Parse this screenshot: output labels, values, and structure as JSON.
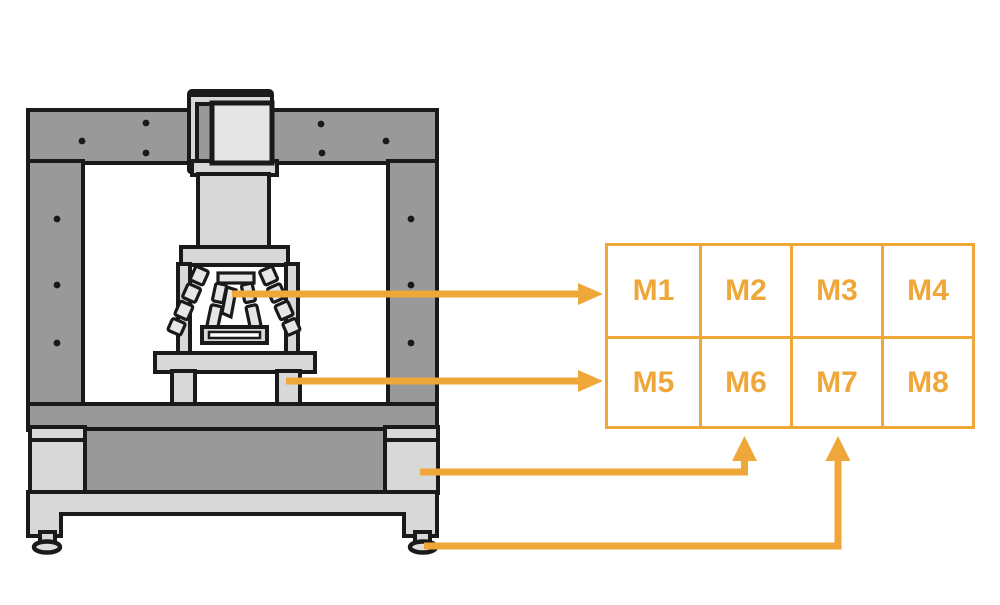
{
  "colors": {
    "bg": "#FFFFFF",
    "accent": "#EFA73A",
    "outline": "#1A1A1A",
    "dark": "#999999",
    "light": "#D8D8D8",
    "lighter": "#E6E6E6"
  },
  "grid": {
    "rows": 2,
    "columns": 4,
    "cells": [
      {
        "label": "M1"
      },
      {
        "label": "M2"
      },
      {
        "label": "M3"
      },
      {
        "label": "M4"
      },
      {
        "label": "M5"
      },
      {
        "label": "M6"
      },
      {
        "label": "M7"
      },
      {
        "label": "M8"
      }
    ]
  },
  "machine": {
    "kind": "universal-testing-machine-illustration",
    "parts": [
      "crosshead",
      "load-frame",
      "piston",
      "specimen-grip",
      "lattice-specimen",
      "specimen-table",
      "base-frame",
      "leveling-feet"
    ]
  },
  "connections": [
    {
      "from": "lattice-specimen",
      "to": "grid-row-1",
      "style": "horizontal-arrow"
    },
    {
      "from": "specimen-table-leg",
      "to": "grid-row-2",
      "style": "horizontal-arrow"
    },
    {
      "from": "base-frame-corner",
      "to": "M6",
      "style": "elbow-arrow-up"
    },
    {
      "from": "leveling-foot",
      "to": "M7",
      "style": "elbow-arrow-up"
    }
  ]
}
